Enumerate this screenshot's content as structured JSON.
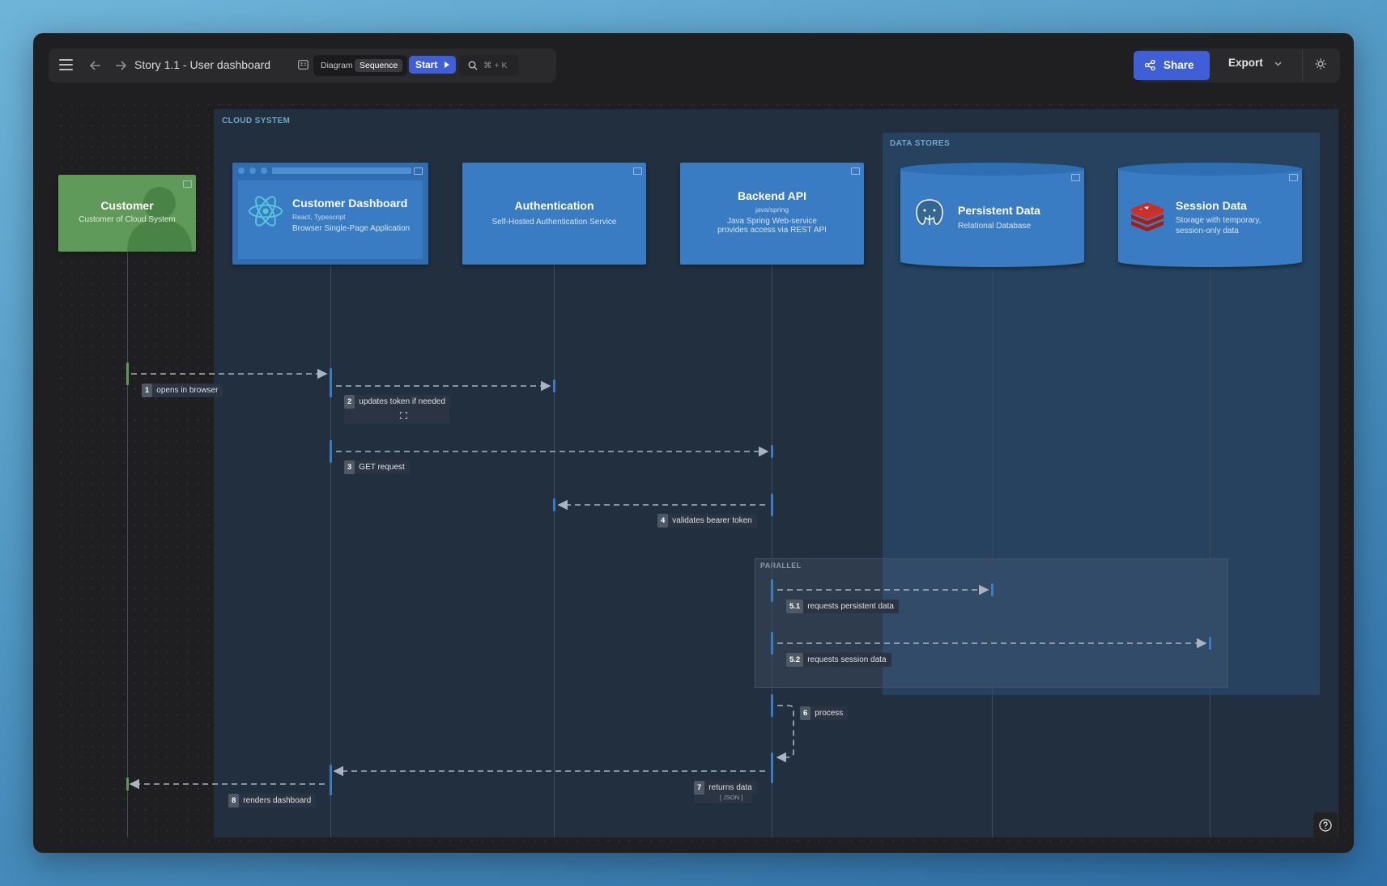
{
  "toolbar": {
    "title": "Story 1.1 - User dashboard",
    "view_toggle": [
      "Diagram",
      "Sequence"
    ],
    "active_view": "Sequence",
    "start_label": "Start",
    "search_shortcut": "⌘ + K",
    "share_label": "Share",
    "export_label": "Export"
  },
  "zones": {
    "cloud": "CLOUD SYSTEM",
    "data_stores": "DATA STORES",
    "parallel": "PARALLEL"
  },
  "actors": [
    {
      "name": "Customer",
      "desc": "Customer of Cloud System"
    },
    {
      "name": "Customer Dashboard",
      "tech": "React, Typescript",
      "desc": "Browser Single-Page Application"
    },
    {
      "name": "Authentication",
      "desc": "Self-Hosted Authentication Service"
    },
    {
      "name": "Backend API",
      "tech": "java/spring",
      "desc": "Java Spring Web-service provides access via REST API",
      "desc1": "Java Spring Web-service",
      "desc2": "provides access via REST API"
    },
    {
      "name": "Persistent Data",
      "desc": "Relational Database"
    },
    {
      "name": "Session Data",
      "desc": "Storage with temporary, session-only data",
      "desc1": "Storage with temporary,",
      "desc2": "session-only data"
    }
  ],
  "steps": [
    {
      "num": "1",
      "label": "opens in browser"
    },
    {
      "num": "2",
      "label": "updates token if needed"
    },
    {
      "num": "3",
      "label": "GET request"
    },
    {
      "num": "4",
      "label": "validates bearer token"
    },
    {
      "num": "5.1",
      "label": "requests persistent data"
    },
    {
      "num": "5.2",
      "label": "requests session data"
    },
    {
      "num": "6",
      "label": "process"
    },
    {
      "num": "7",
      "label": "returns data",
      "note": "[ JSON ]"
    },
    {
      "num": "8",
      "label": "renders dashboard"
    }
  ],
  "colors": {
    "accent": "#3f5fd6",
    "actor_blue": "#3a7cc3",
    "customer_green": "#5f9a5a"
  }
}
